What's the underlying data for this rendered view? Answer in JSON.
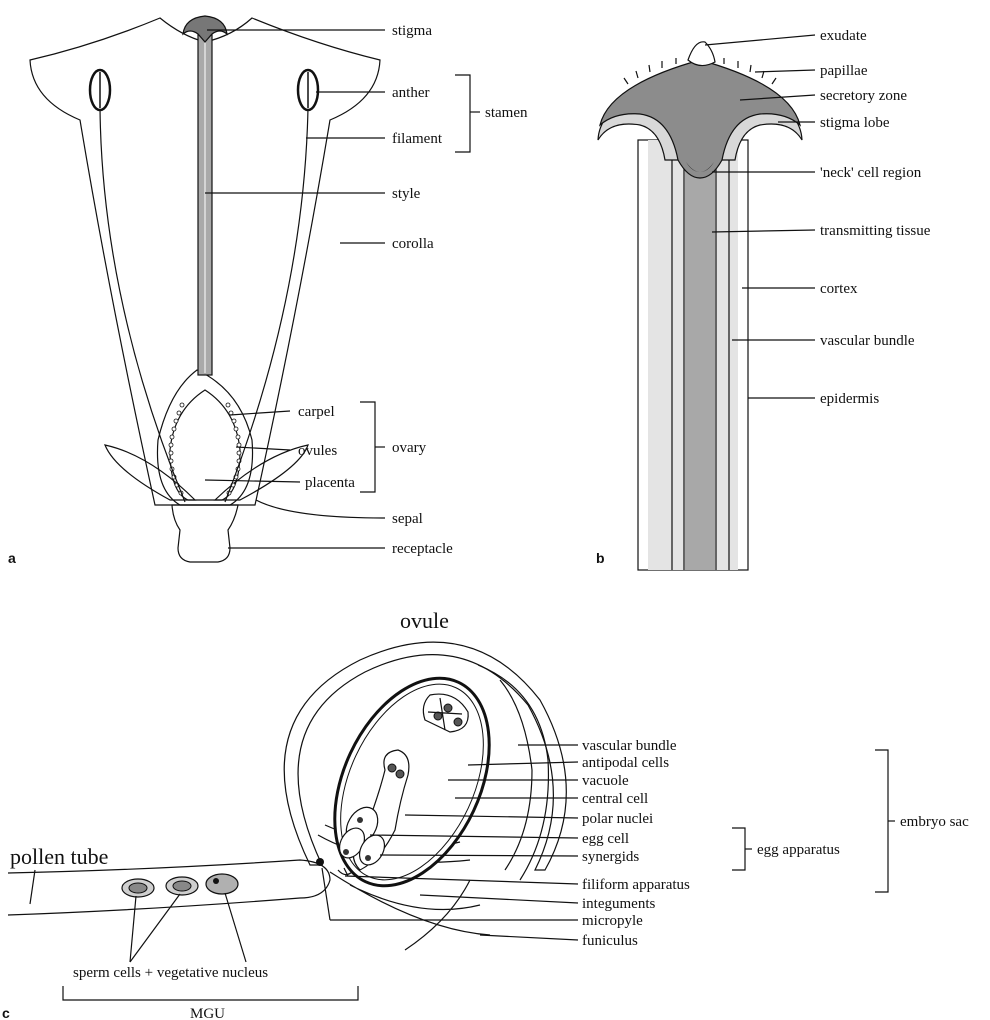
{
  "panel_a": {
    "letter": "a",
    "labels": {
      "stigma": "stigma",
      "anther": "anther",
      "filament": "filament",
      "stamen": "stamen",
      "style": "style",
      "corolla": "corolla",
      "carpel": "carpel",
      "ovules": "ovules",
      "placenta": "placenta",
      "ovary": "ovary",
      "sepal": "sepal",
      "receptacle": "receptacle"
    }
  },
  "panel_b": {
    "letter": "b",
    "labels": {
      "exudate": "exudate",
      "papillae": "papillae",
      "secretory_zone": "secretory zone",
      "stigma_lobe": "stigma lobe",
      "neck_cell_region": "'neck' cell region",
      "transmitting_tissue": "transmitting tissue",
      "cortex": "cortex",
      "vascular_bundle": "vascular bundle",
      "epidermis": "epidermis"
    }
  },
  "panel_c": {
    "letter": "c",
    "title": "ovule",
    "pollen_tube": "pollen tube",
    "sperm_caption": "sperm cells + vegetative nucleus",
    "mgu": "MGU",
    "labels": {
      "vascular_bundle": "vascular bundle",
      "antipodal_cells": "antipodal cells",
      "vacuole": "vacuole",
      "central_cell": "central cell",
      "polar_nuclei": "polar nuclei",
      "egg_cell": "egg cell",
      "synergids": "synergids",
      "filiform_apparatus": "filiform apparatus",
      "integuments": "integuments",
      "micropyle": "micropyle",
      "funiculus": "funiculus",
      "egg_apparatus": "egg apparatus",
      "embryo_sac": "embryo sac"
    }
  },
  "colors": {
    "line": "#111111",
    "light_gray": "#e6e6e6",
    "mid_gray": "#b9b9b9",
    "dark_gray": "#8c8c8c",
    "black": "#111111"
  }
}
